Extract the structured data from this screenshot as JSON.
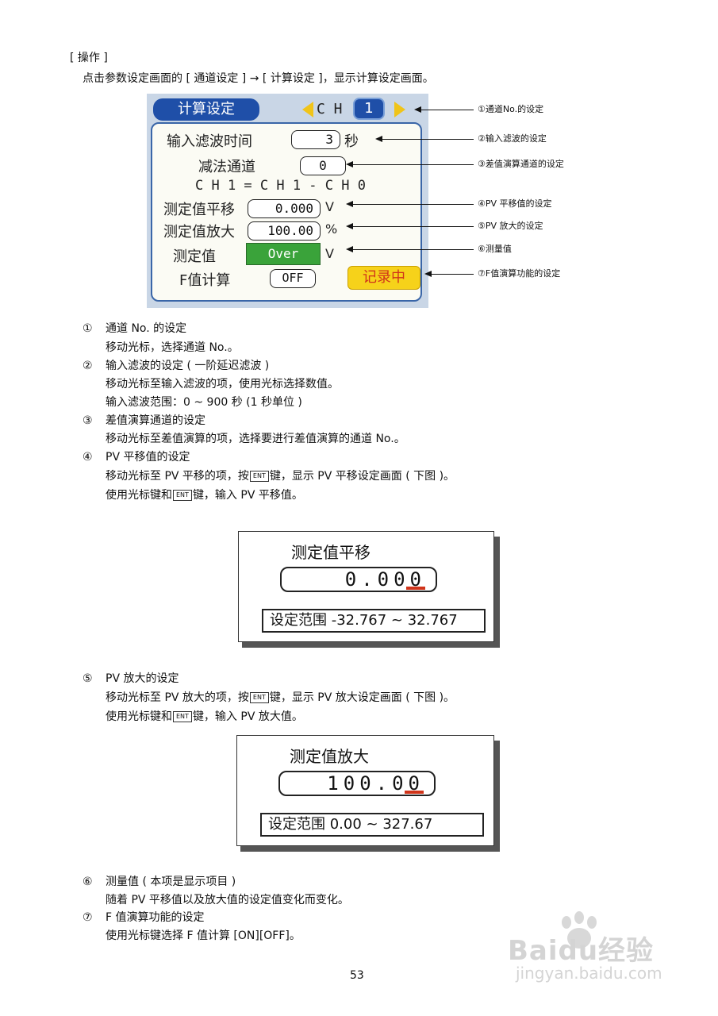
{
  "header": {
    "section": "[ 操作 ]",
    "intro": "点击参数设定画面的 [ 通道设定 ] → [ 计算设定 ]，显示计算设定画面。"
  },
  "screen": {
    "title": "计算设定",
    "ch_label": "C H",
    "ch_value": "1",
    "filter_label": "输入滤波时间",
    "filter_value": "3",
    "filter_unit": "秒",
    "subtract_label": "减法通道",
    "subtract_value": "0",
    "formula": "C H  1 = C H  1 - C H  0",
    "shift_label": "测定值平移",
    "shift_value": "0.000",
    "shift_unit": "V",
    "scale_label": "测定值放大",
    "scale_value": "100.00",
    "scale_unit": "%",
    "measure_label": "测定值",
    "measure_value": "Over",
    "measure_unit": "V",
    "fcalc_label": "F值计算",
    "fcalc_value": "OFF",
    "recording": "记录中",
    "colors": {
      "title_bg": "#1f4fa8",
      "measure_bg": "#3aa33a",
      "recording_bg": "#f6d21a",
      "recording_text": "#d0341a"
    }
  },
  "callouts": [
    "①通道No.的设定",
    "②输入滤波的设定",
    "③差值演算通道的设定",
    "④PV 平移值的设定",
    "⑤PV 放大的设定",
    "⑥测量值",
    "⑦F值演算功能的设定"
  ],
  "items": [
    {
      "num": "①",
      "title": "通道 No. 的设定",
      "lines": [
        "移动光标，选择通道 No.。"
      ]
    },
    {
      "num": "②",
      "title": "输入滤波的设定 ( 一阶延迟滤波 )",
      "lines": [
        "移动光标至输入滤波的项，使用光标选择数值。",
        "输入滤波范围：0 ~ 900 秒 (1 秒单位 )"
      ]
    },
    {
      "num": "③",
      "title": "差值演算通道的设定",
      "lines": [
        "移动光标至差值演算的项，选择要进行差值演算的通道 No.。"
      ]
    },
    {
      "num": "④",
      "title": "PV 平移值的设定",
      "line1_a": "移动光标至 PV 平移的项，按",
      "line1_b": "键，显示 PV 平移设定画面 ( 下图 )。",
      "line2_a": "使用光标键和",
      "line2_b": "键，输入 PV 平移值。"
    },
    {
      "num": "⑤",
      "title": "PV 放大的设定",
      "line1_a": "移动光标至 PV 放大的项，按",
      "line1_b": "键，显示 PV 放大设定画面 ( 下图 )。",
      "line2_a": "使用光标键和",
      "line2_b": "键，输入 PV 放大值。"
    },
    {
      "num": "⑥",
      "title": "测量值 ( 本项是显示项目 )",
      "lines": [
        "随着 PV 平移值以及放大值的设定值变化而变化。"
      ]
    },
    {
      "num": "⑦",
      "title": "F 值演算功能的设定",
      "lines": [
        "使用光标键选择 F 值计算 [ON][OFF]。"
      ]
    }
  ],
  "ent_key": "ENT",
  "shift_screen": {
    "title": "测定值平移",
    "value": "0.000",
    "range": "设定范围 -32.767 ~  32.767"
  },
  "scale_screen": {
    "title": "测定值放大",
    "value": "100.00",
    "range": "设定范围     0.00 ~  327.67"
  },
  "page_number": "53",
  "watermark": {
    "brand": "Baidu经验",
    "url": "jingyan.baidu.com"
  }
}
